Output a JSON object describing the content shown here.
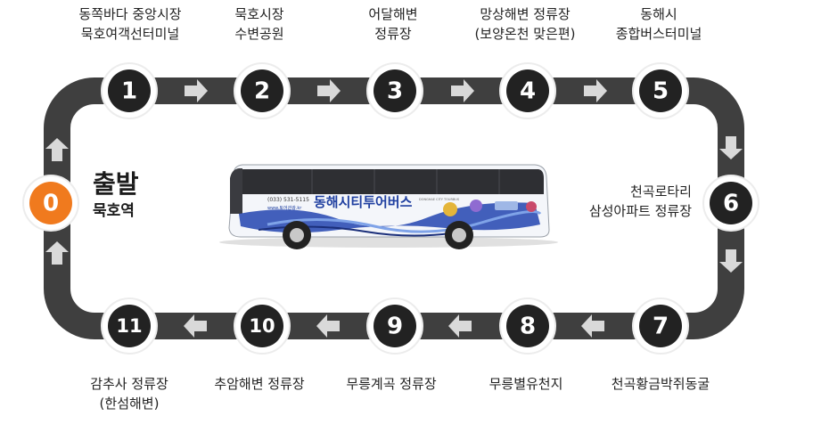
{
  "stops": [
    {
      "num": "0",
      "line1": "출발",
      "line2": "묵호역"
    },
    {
      "num": "1",
      "line1": "동쪽바다 중앙시장",
      "line2": "묵호여객선터미널"
    },
    {
      "num": "2",
      "line1": "묵호시장",
      "line2": "수변공원"
    },
    {
      "num": "3",
      "line1": "어달해변",
      "line2": "정류장"
    },
    {
      "num": "4",
      "line1": "망상해변 정류장",
      "line2": "(보양온천 맞은편)"
    },
    {
      "num": "5",
      "line1": "동해시",
      "line2": "종합버스터미널"
    },
    {
      "num": "6",
      "line1": "천곡로타리",
      "line2": "삼성아파트 정류장"
    },
    {
      "num": "7",
      "line1": "천곡황금박쥐동굴",
      "line2": ""
    },
    {
      "num": "8",
      "line1": "무릉별유천지",
      "line2": ""
    },
    {
      "num": "9",
      "line1": "무릉계곡 정류장",
      "line2": ""
    },
    {
      "num": "10",
      "line1": "추암해변 정류장",
      "line2": ""
    },
    {
      "num": "11",
      "line1": "감추사 정류장",
      "line2": "(한섬해변)"
    }
  ],
  "bus": {
    "name": "동해시티투어버스",
    "phone": "(033) 531-5115",
    "web": "www.토어관광.kr",
    "tag": "DONGHAE CITY TOURBUS"
  },
  "colors": {
    "track": "#3f3f3f",
    "start": "#f07a1e",
    "badge": "#222222",
    "arrow": "#d9d9d9"
  }
}
